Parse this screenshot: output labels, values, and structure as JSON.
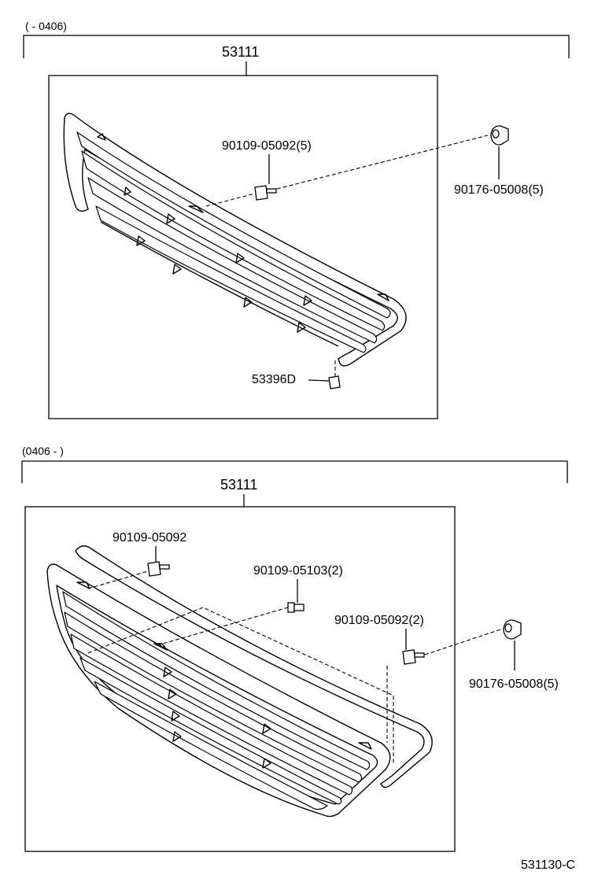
{
  "sections": [
    {
      "range_label": "(        -  0406)",
      "main_part": "53111",
      "parts": {
        "screw": "90109-05092(5)",
        "clip": "90176-05008(5)",
        "nut": "53396D"
      }
    },
    {
      "range_label": "(0406 -          )",
      "main_part": "53111",
      "parts": {
        "screw_a": "90109-05092",
        "bolt": "90109-05103(2)",
        "screw_b": "90109-05092(2)",
        "clip": "90176-05008(5)"
      }
    }
  ],
  "diagram_code": "531130-C"
}
